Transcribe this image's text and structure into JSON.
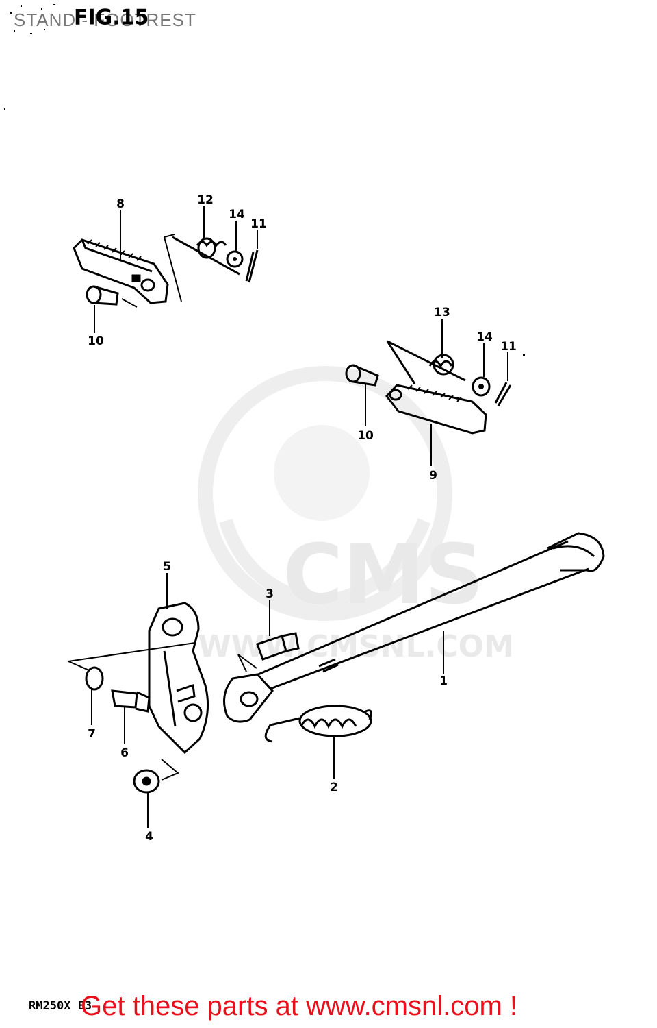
{
  "header": {
    "title": "STAND - FOOTREST",
    "figure_label": "FIG.15"
  },
  "watermark": {
    "brand": "CMS",
    "url": "WWW.CMSNL.COM"
  },
  "footer": {
    "model_code": "RM250X E3",
    "cta": "Get these parts at www.cmsnl.com !"
  },
  "callouts": {
    "c1": "1",
    "c2": "2",
    "c3": "3",
    "c4": "4",
    "c5": "5",
    "c6": "6",
    "c7": "7",
    "c8": "8",
    "c9": "9",
    "c10a": "10",
    "c10b": "10",
    "c11a": "11",
    "c11b": "11",
    "c12": "12",
    "c13": "13",
    "c14a": "14",
    "c14b": "14"
  },
  "colors": {
    "line": "#000000",
    "watermark": "#e9e9e9",
    "cta": "#e8101a"
  }
}
